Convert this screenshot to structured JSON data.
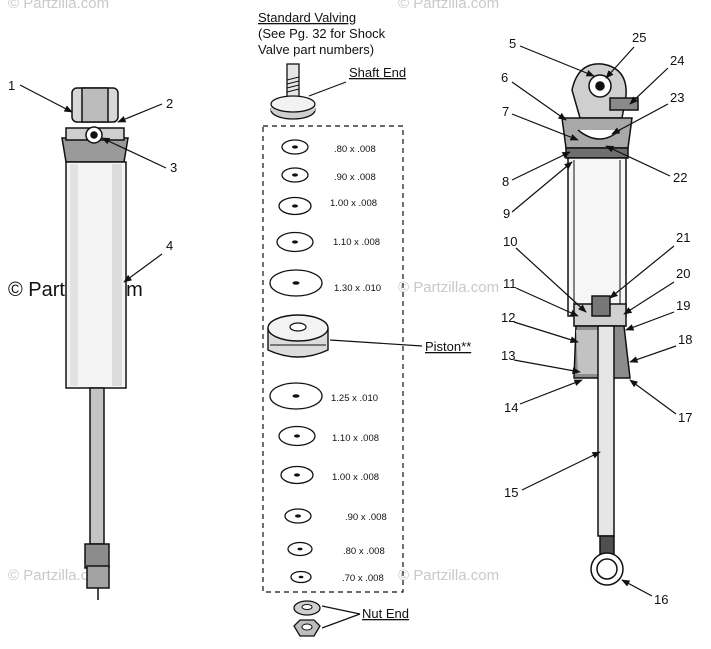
{
  "watermark": {
    "main": "© Partzilla.com",
    "faint": "© Partzilla.com"
  },
  "valving": {
    "title": "Standard Valving",
    "note_line1": "(See Pg. 32 for Shock",
    "note_line2": "Valve part numbers)",
    "shaft_end": "Shaft End",
    "piston": "Piston**",
    "nut_end": "Nut End",
    "shims_top": [
      ".80 x .008",
      ".90 x .008",
      "1.00 x .008",
      "1.10 x .008",
      "1.30 x .010"
    ],
    "shims_bottom": [
      "1.25 x .010",
      "1.10 x .008",
      "1.00 x .008",
      ".90 x .008",
      ".80 x .008",
      ".70 x .008"
    ]
  },
  "callouts": {
    "left": [
      "1",
      "2",
      "3",
      "4"
    ],
    "right": [
      "5",
      "25",
      "6",
      "24",
      "7",
      "23",
      "8",
      "22",
      "9",
      "10",
      "21",
      "11",
      "20",
      "19",
      "12",
      "18",
      "13",
      "14",
      "17",
      "15",
      "16"
    ]
  }
}
